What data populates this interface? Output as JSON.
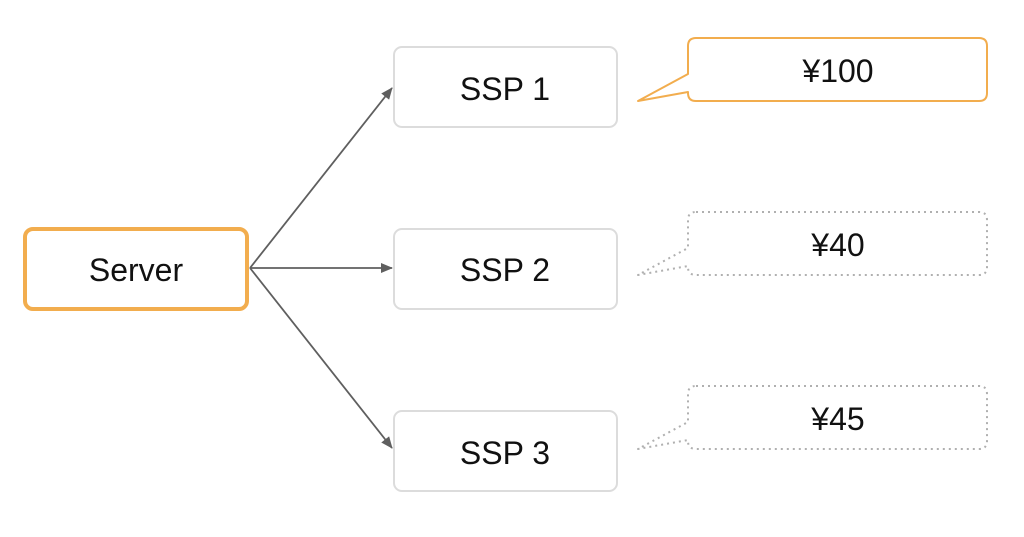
{
  "diagram": {
    "server": {
      "label": "Server",
      "color": "#f2ad4e"
    },
    "ssps": [
      {
        "label": "SSP 1"
      },
      {
        "label": "SSP 2"
      },
      {
        "label": "SSP 3"
      }
    ],
    "bids": [
      {
        "value": "¥100",
        "style": "solid",
        "winner": true
      },
      {
        "value": "¥40",
        "style": "dotted",
        "winner": false
      },
      {
        "value": "¥45",
        "style": "dotted",
        "winner": false
      }
    ],
    "colors": {
      "highlight": "#f2ad4e",
      "box_border": "#dcdcdc",
      "arrow": "#5f5f5f",
      "dotted": "#b0b0b0"
    }
  }
}
